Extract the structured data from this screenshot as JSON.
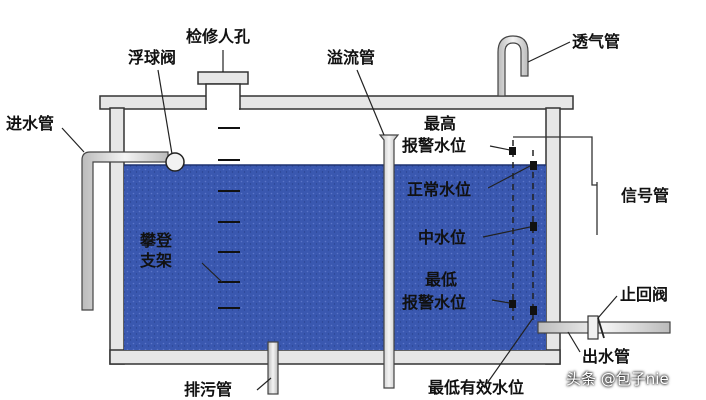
{
  "labels": {
    "inspection_hole": "检修人孔",
    "float_valve": "浮球阀",
    "overflow_pipe": "溢流管",
    "vent_pipe": "透气管",
    "inlet_pipe": "进水管",
    "highest_alarm_line1": "最高",
    "highest_alarm_line2": "报警水位",
    "normal_level": "正常水位",
    "signal_pipe": "信号管",
    "climb_bracket_line1": "攀登",
    "climb_bracket_line2": "支架",
    "middle_level": "中水位",
    "lowest_alarm_line1": "最低",
    "lowest_alarm_line2": "报警水位",
    "check_valve": "止回阀",
    "outlet_pipe": "出水管",
    "drain_pipe": "排污管",
    "lowest_effective_level": "最低有效水位"
  },
  "watermark": "头条 @包子nie",
  "colors": {
    "water": "#3a58b0",
    "water_dark": "#2c4690",
    "wall": "#e6e6e6",
    "wall_stroke": "#333333",
    "pipe": "#dddddd",
    "text": "#111111"
  }
}
